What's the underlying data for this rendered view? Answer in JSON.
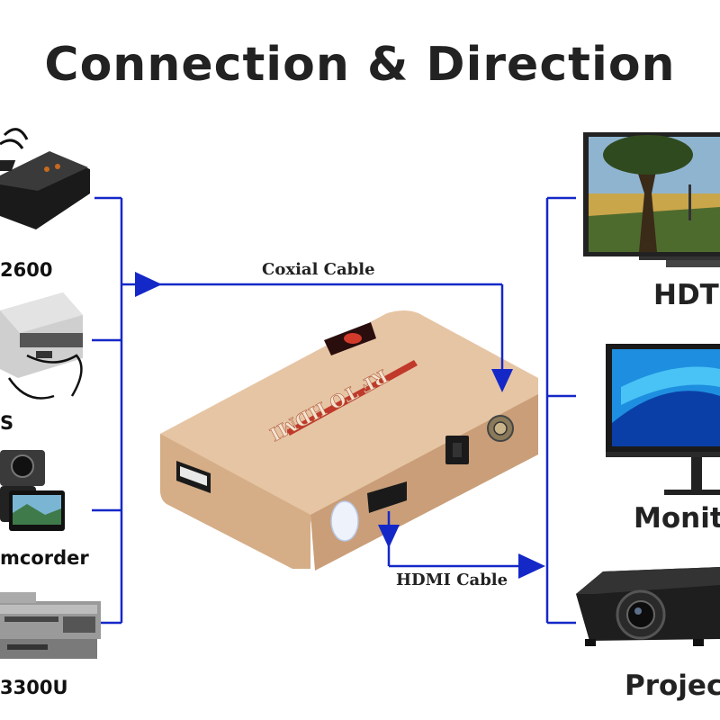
{
  "title": "Connection & Direction",
  "sources": [
    {
      "label": "2600",
      "icon": "game-console-icon"
    },
    {
      "label": "S",
      "icon": "retro-console-icon"
    },
    {
      "label": "mcorder",
      "icon": "camcorder-icon"
    },
    {
      "label": "3300U",
      "icon": "vcr-icon"
    }
  ],
  "outputs": [
    {
      "label": "HDT",
      "icon": "hdtv-icon"
    },
    {
      "label": "Monit",
      "icon": "monitor-icon"
    },
    {
      "label": "Projec",
      "icon": "projector-icon"
    }
  ],
  "cables": {
    "input": "Coxial Cable",
    "output": "HDMI Cable"
  },
  "device": {
    "label": "RF TO HDMI"
  },
  "colors": {
    "line": "#1428c8",
    "device_body": "#e0bd9c"
  }
}
